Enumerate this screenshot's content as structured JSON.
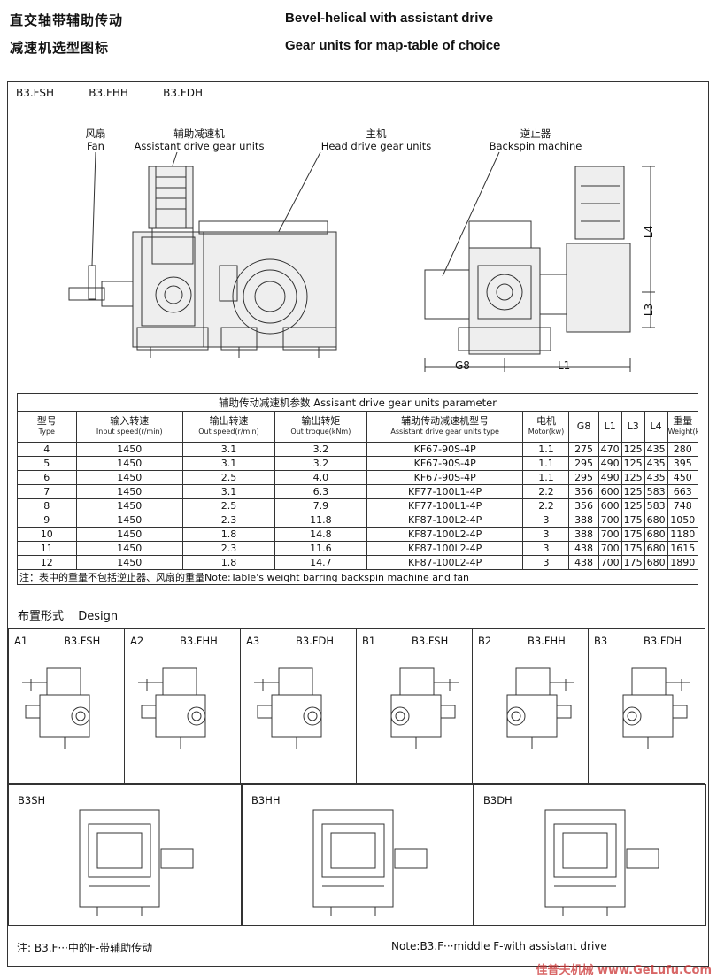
{
  "header": {
    "cn_line1": "直交轴带辅助传动",
    "cn_line2": "减速机选型图标",
    "en_line1": "Bevel-helical with assistant drive",
    "en_line2": "Gear units for map-table of choice"
  },
  "models_label": "B3.FSH    B3.FHH    B3.FDH",
  "drawing": {
    "fan_cn": "风扇",
    "fan_en": "Fan",
    "assist_cn": "辅助减速机",
    "assist_en": "Assistant drive gear units",
    "head_cn": "主机",
    "head_en": "Head drive gear units",
    "backspin_cn": "逆止器",
    "backspin_en": "Backspin machine",
    "dim_g8": "G8",
    "dim_l1": "L1",
    "dim_l3": "L3",
    "dim_l4": "L4"
  },
  "table": {
    "caption": "辅助传动减速机参数 Assisant drive gear units parameter",
    "headers": [
      {
        "cn": "型号",
        "en": "Type"
      },
      {
        "cn": "输入转速",
        "en": "Input speed(r/min)"
      },
      {
        "cn": "输出转速",
        "en": "Out speed(r/min)"
      },
      {
        "cn": "输出转矩",
        "en": "Out troque(kNm)"
      },
      {
        "cn": "辅助传动减速机型号",
        "en": "Assistant drive gear units type"
      },
      {
        "cn": "电机",
        "en": "Motor(kw)"
      },
      {
        "cn": "G8",
        "en": ""
      },
      {
        "cn": "L1",
        "en": ""
      },
      {
        "cn": "L3",
        "en": ""
      },
      {
        "cn": "L4",
        "en": ""
      },
      {
        "cn": "重量",
        "en": "Weight(kg)"
      }
    ],
    "rows": [
      [
        "4",
        "1450",
        "3.1",
        "3.2",
        "KF67-90S-4P",
        "1.1",
        "275",
        "470",
        "125",
        "435",
        "280"
      ],
      [
        "5",
        "1450",
        "3.1",
        "3.2",
        "KF67-90S-4P",
        "1.1",
        "295",
        "490",
        "125",
        "435",
        "395"
      ],
      [
        "6",
        "1450",
        "2.5",
        "4.0",
        "KF67-90S-4P",
        "1.1",
        "295",
        "490",
        "125",
        "435",
        "450"
      ],
      [
        "7",
        "1450",
        "3.1",
        "6.3",
        "KF77-100L1-4P",
        "2.2",
        "356",
        "600",
        "125",
        "583",
        "663"
      ],
      [
        "8",
        "1450",
        "2.5",
        "7.9",
        "KF77-100L1-4P",
        "2.2",
        "356",
        "600",
        "125",
        "583",
        "748"
      ],
      [
        "9",
        "1450",
        "2.3",
        "11.8",
        "KF87-100L2-4P",
        "3",
        "388",
        "700",
        "175",
        "680",
        "1050"
      ],
      [
        "10",
        "1450",
        "1.8",
        "14.8",
        "KF87-100L2-4P",
        "3",
        "388",
        "700",
        "175",
        "680",
        "1180"
      ],
      [
        "11",
        "1450",
        "2.3",
        "11.6",
        "KF87-100L2-4P",
        "3",
        "438",
        "700",
        "175",
        "680",
        "1615"
      ],
      [
        "12",
        "1450",
        "1.8",
        "14.7",
        "KF87-100L2-4P",
        "3",
        "438",
        "700",
        "175",
        "680",
        "1890"
      ]
    ],
    "note": "注：表中的重量不包括逆止器、风扇的重量Note:Table's weight barring backspin machine and fan"
  },
  "design": {
    "title": "布置形式  Design",
    "cells": [
      {
        "code": "A1",
        "type": "B3.FSH"
      },
      {
        "code": "A2",
        "type": "B3.FHH"
      },
      {
        "code": "A3",
        "type": "B3.FDH"
      },
      {
        "code": "B1",
        "type": "B3.FSH"
      },
      {
        "code": "B2",
        "type": "B3.FHH"
      },
      {
        "code": "B3",
        "type": "B3.FDH"
      }
    ],
    "bottom": [
      "B3SH",
      "B3HH",
      "B3DH"
    ]
  },
  "footer": {
    "note_cn": "注:  B3.F···中的F-带辅助传动",
    "note_en": "Note:B3.F···middle F-with assistant drive",
    "watermark": "佳普夫机械 www.GeLufu.Com"
  }
}
